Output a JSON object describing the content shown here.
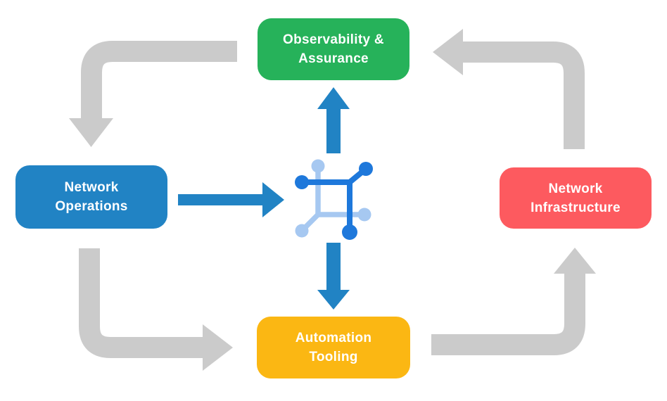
{
  "diagram": {
    "background": "#FFFFFF",
    "nodes": {
      "observability": {
        "label": "Observability & Assurance",
        "line1": "Observability &",
        "line2": "Assurance",
        "color": "#26B25A"
      },
      "operations": {
        "label": "Network Operations",
        "line1": "Network",
        "line2": "Operations",
        "color": "#2183C4"
      },
      "infrastructure": {
        "label": "Network Infrastructure",
        "line1": "Network",
        "line2": "Infrastructure",
        "color": "#FD5A5F"
      },
      "automation": {
        "label": "Automation Tooling",
        "line1": "Automation",
        "line2": "Tooling",
        "color": "#FBB713"
      }
    },
    "colors": {
      "arrow_gray": "#CBCBCB",
      "arrow_blue": "#2183C4",
      "icon_dark_blue": "#1E78DB",
      "icon_light_blue": "#A6C8F1",
      "node_text": "#FFFFFF"
    },
    "center_icon": {
      "name": "network-fabric-icon"
    },
    "arrows": {
      "gray_cycle": [
        "observability-to-operations",
        "operations-to-automation",
        "automation-to-infrastructure",
        "infrastructure-to-observability"
      ],
      "blue": [
        "operations-to-icon",
        "icon-to-observability",
        "icon-to-automation"
      ]
    }
  }
}
